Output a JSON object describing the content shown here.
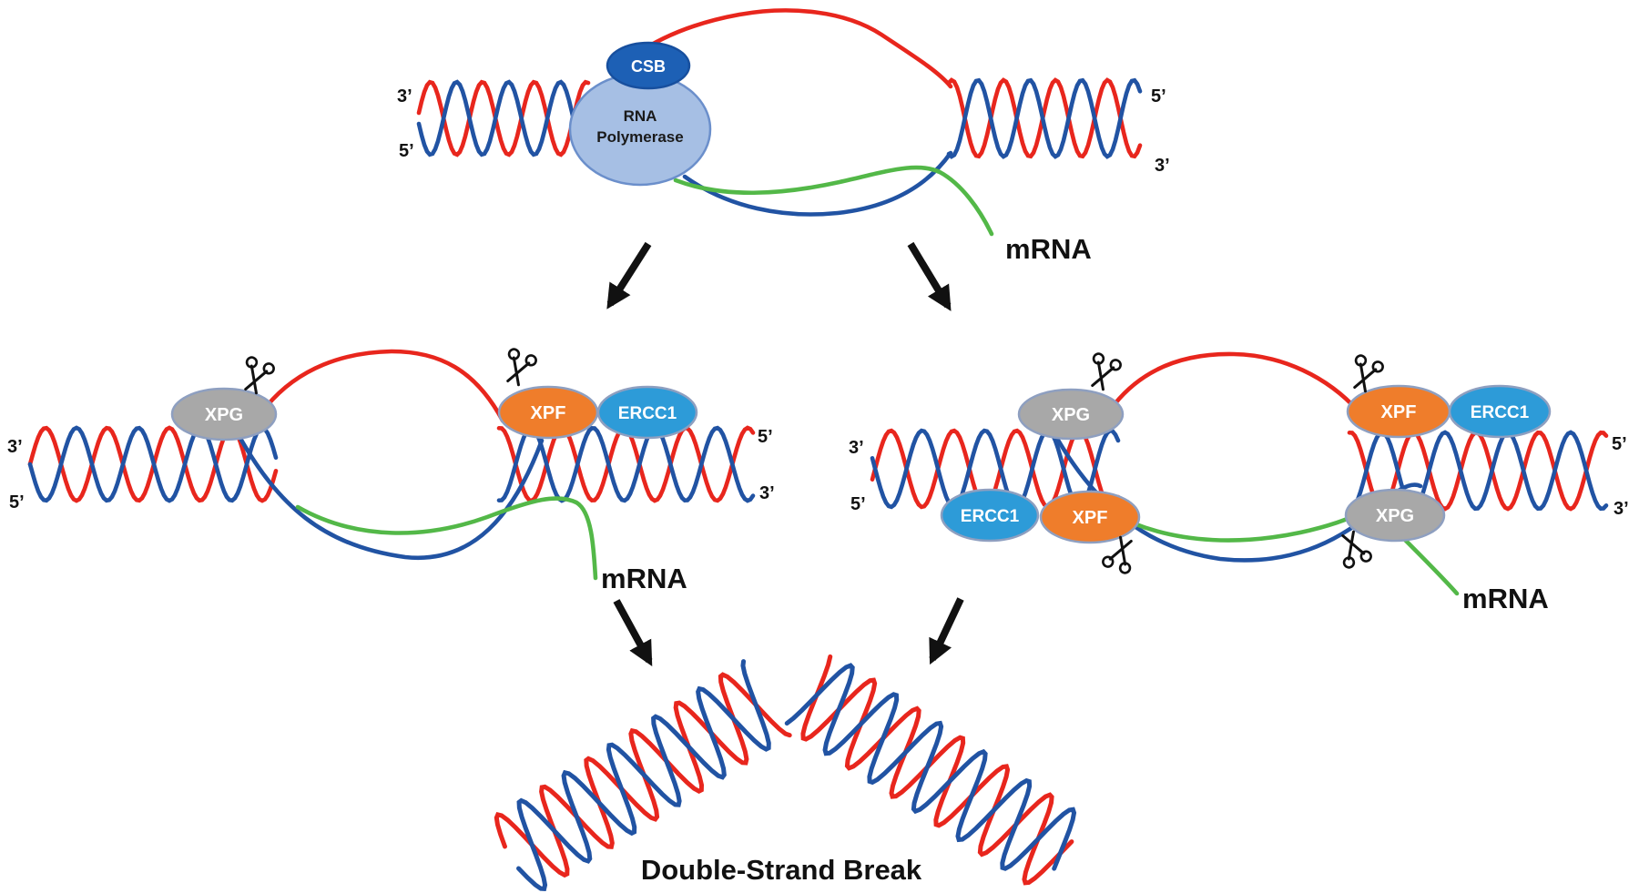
{
  "colors": {
    "red": "#e8261d",
    "blue": "#2153a3",
    "green": "#53b848",
    "ink": "#111111",
    "csb_fill": "#1d60b5",
    "csb_stroke": "#174f9e",
    "polymerase_fill": "#a6bfe4",
    "polymerase_stroke": "#6b8fcb",
    "xpg_fill": "#a8a8a8",
    "xpf_fill": "#ef7d2b",
    "ercc1_fill": "#2d9bd8",
    "protein_stroke": "#8e9fc0"
  },
  "panels": {
    "top": {
      "left_top": "3’",
      "left_bottom": "5’",
      "right_top": "5’",
      "right_bottom": "3’",
      "csb": "CSB",
      "polymerase_line1": "RNA",
      "polymerase_line2": "Polymerase",
      "mrna": "mRNA"
    },
    "middle_left": {
      "left_top": "3’",
      "left_bottom": "5’",
      "right_top": "5’",
      "right_bottom": "3’",
      "xpg": "XPG",
      "xpf": "XPF",
      "ercc1": "ERCC1",
      "mrna": "mRNA"
    },
    "middle_right": {
      "left_top": "3’",
      "left_bottom": "5’",
      "right_top": "5’",
      "right_bottom": "3’",
      "xpg_top": "XPG",
      "xpf_top": "XPF",
      "ercc1_top": "ERCC1",
      "ercc1_bottom": "ERCC1",
      "xpf_bottom": "XPF",
      "xpg_bottom": "XPG",
      "mrna": "mRNA"
    },
    "bottom": {
      "caption": "Double-Strand Break"
    }
  }
}
